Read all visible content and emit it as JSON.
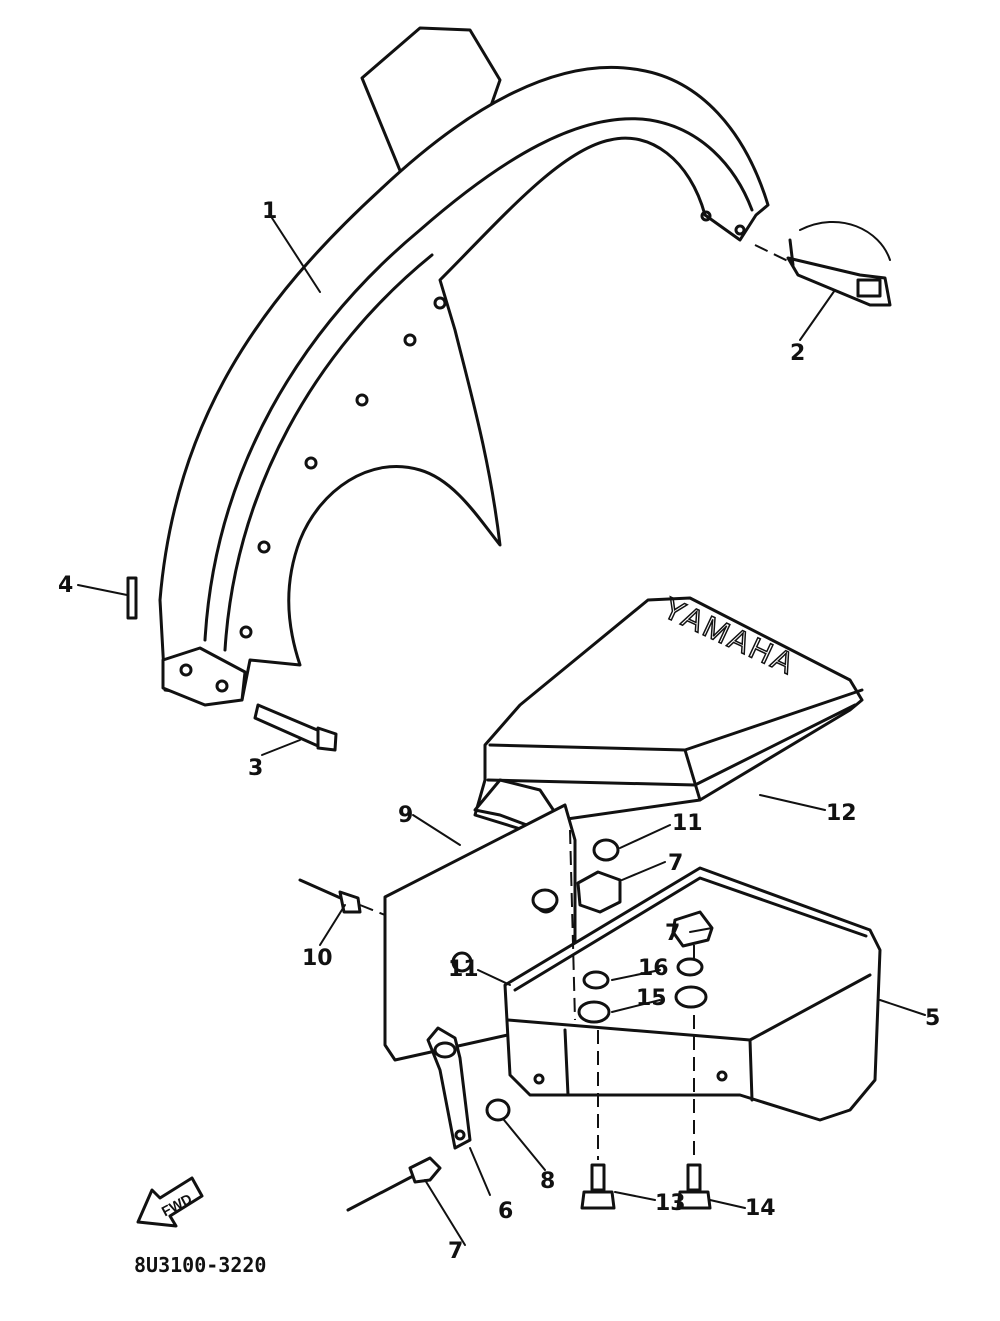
{
  "diagram": {
    "drawing_code": "8U3100-3220",
    "brand_text": "YAMAHA",
    "direction_marker": "FWD",
    "callouts": [
      {
        "id": "c1",
        "text": "1"
      },
      {
        "id": "c2",
        "text": "2"
      },
      {
        "id": "c3",
        "text": "3"
      },
      {
        "id": "c4",
        "text": "4"
      },
      {
        "id": "c5",
        "text": "5"
      },
      {
        "id": "c6",
        "text": "6"
      },
      {
        "id": "c7a",
        "text": "7"
      },
      {
        "id": "c7b",
        "text": "7"
      },
      {
        "id": "c7c",
        "text": "7"
      },
      {
        "id": "c8",
        "text": "8"
      },
      {
        "id": "c9",
        "text": "9"
      },
      {
        "id": "c10",
        "text": "10"
      },
      {
        "id": "c11a",
        "text": "11"
      },
      {
        "id": "c11b",
        "text": "11"
      },
      {
        "id": "c12",
        "text": "12"
      },
      {
        "id": "c13",
        "text": "13"
      },
      {
        "id": "c14",
        "text": "14"
      },
      {
        "id": "c15",
        "text": "15"
      },
      {
        "id": "c16",
        "text": "16"
      }
    ]
  }
}
